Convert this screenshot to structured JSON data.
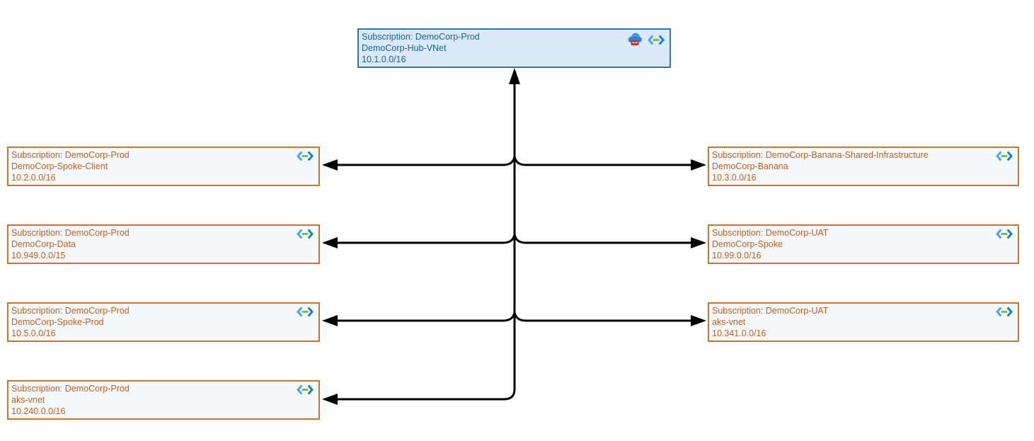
{
  "diagram": {
    "hub": {
      "subscription": "Subscription: DemoCorp-Prod",
      "name": "DemoCorp-Hub-VNet",
      "cidr": "10.1.0.0/16",
      "icons": [
        "cloud-gateway-icon",
        "virtual-network-icon"
      ]
    },
    "left_spokes": [
      {
        "subscription": "Subscription: DemoCorp-Prod",
        "name": "DemoCorp-Spoke-Client",
        "cidr": "10.2.0.0/16",
        "icon": "virtual-network-icon"
      },
      {
        "subscription": "Subscription: DemoCorp-Prod",
        "name": "DemoCorp-Data",
        "cidr": "10.949.0.0/15",
        "icon": "virtual-network-icon"
      },
      {
        "subscription": "Subscription: DemoCorp-Prod",
        "name": "DemoCorp-Spoke-Prod",
        "cidr": "10.5.0.0/16",
        "icon": "virtual-network-icon"
      },
      {
        "subscription": "Subscription: DemoCorp-Prod",
        "name": "aks-vnet",
        "cidr": "10.240.0.0/16",
        "icon": "virtual-network-icon"
      }
    ],
    "right_spokes": [
      {
        "subscription": "Subscription: DemoCorp-Banana-Shared-Infrastructure",
        "name": "DemoCorp-Banana",
        "cidr": "10.3.0.0/16",
        "icon": "virtual-network-icon"
      },
      {
        "subscription": "Subscription: DemoCorp-UAT",
        "name": "DemoCorp-Spoke",
        "cidr": "10.99.0.0/16",
        "icon": "virtual-network-icon"
      },
      {
        "subscription": "Subscription: DemoCorp-UAT",
        "name": "aks-vnet",
        "cidr": "10.341.0.0/16",
        "icon": "virtual-network-icon"
      }
    ]
  },
  "colors": {
    "hub_border": "#2E75B6",
    "hub_fill": "#DBE9F8",
    "hub_text": "#1464A8",
    "spoke_border": "#C8762B",
    "spoke_fill": "#F5F9FD",
    "spoke_text": "#C2611C",
    "connector": "#000000",
    "canvas_bg": "#FFFFFF"
  }
}
